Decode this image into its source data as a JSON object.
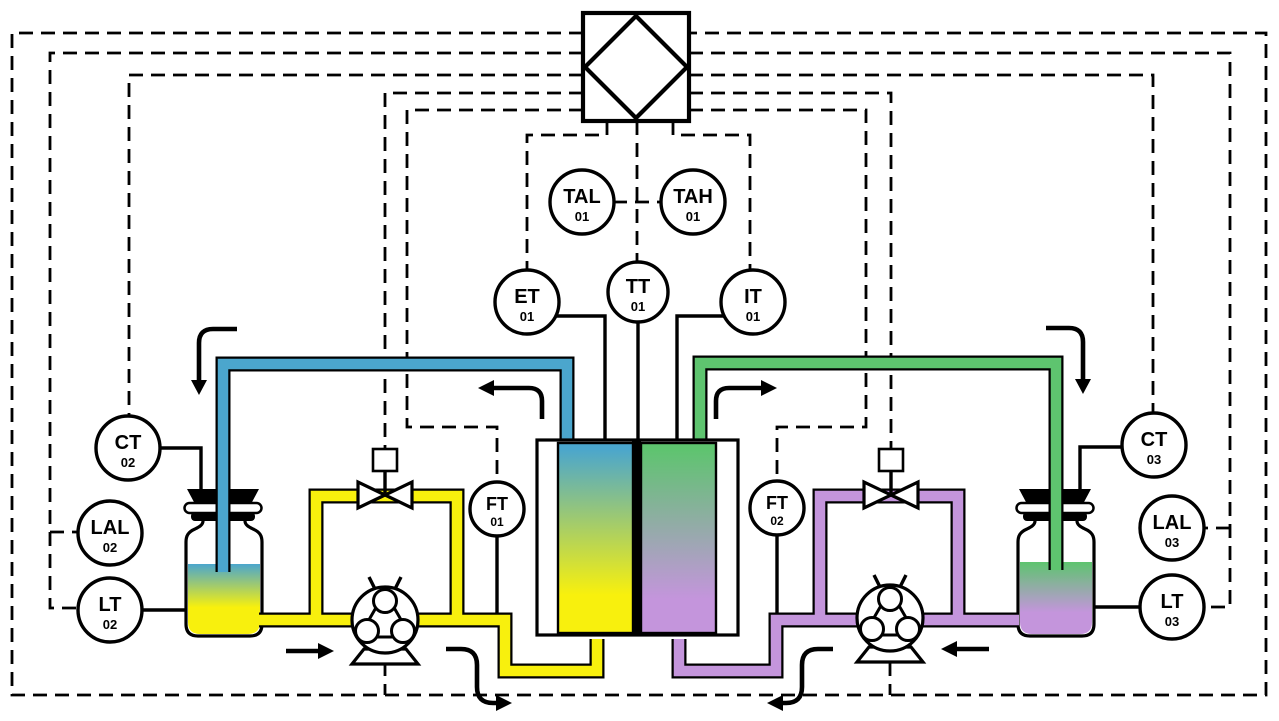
{
  "instruments": {
    "tal01": {
      "tag": "TAL",
      "num": "01"
    },
    "tah01": {
      "tag": "TAH",
      "num": "01"
    },
    "et01": {
      "tag": "ET",
      "num": "01"
    },
    "tt01": {
      "tag": "TT",
      "num": "01"
    },
    "it01": {
      "tag": "IT",
      "num": "01"
    },
    "ct02": {
      "tag": "CT",
      "num": "02"
    },
    "lal02": {
      "tag": "LAL",
      "num": "02"
    },
    "lt02": {
      "tag": "LT",
      "num": "02"
    },
    "ft01": {
      "tag": "FT",
      "num": "01"
    },
    "ft02": {
      "tag": "FT",
      "num": "02"
    },
    "ct03": {
      "tag": "CT",
      "num": "03"
    },
    "lal03": {
      "tag": "LAL",
      "num": "03"
    },
    "lt03": {
      "tag": "LT",
      "num": "03"
    }
  },
  "colors": {
    "blue": "#4BA6CD",
    "yellow": "#F8F00D",
    "green": "#5EC46F",
    "purple": "#C495DC",
    "membrane": "#000000",
    "line": "#000000"
  },
  "icons": {
    "controller": "diamond-in-square-icon",
    "pump": "peristaltic-pump-icon",
    "valve": "control-valve-icon",
    "tank": "sealed-bottle-icon"
  }
}
